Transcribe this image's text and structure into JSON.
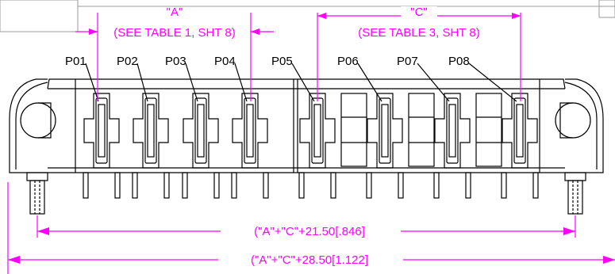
{
  "dimension_a": {
    "label": "\"A\"",
    "note": "(SEE TABLE 1, SHT 8)"
  },
  "dimension_c": {
    "label": "\"C\"",
    "note": "(SEE TABLE 3, SHT 8)"
  },
  "dimension_inner": {
    "text": "(\"A\"+\"C\"+21.50[.846]"
  },
  "dimension_outer": {
    "text": "(\"A\"+\"C\"+28.50[1.122]"
  },
  "pins": [
    {
      "label": "P01"
    },
    {
      "label": "P02"
    },
    {
      "label": "P03"
    },
    {
      "label": "P04"
    },
    {
      "label": "P05"
    },
    {
      "label": "P06"
    },
    {
      "label": "P07"
    },
    {
      "label": "P08"
    }
  ],
  "colors": {
    "dimension": "#ff00ff",
    "outline": "#000000",
    "frame": "#999999"
  }
}
